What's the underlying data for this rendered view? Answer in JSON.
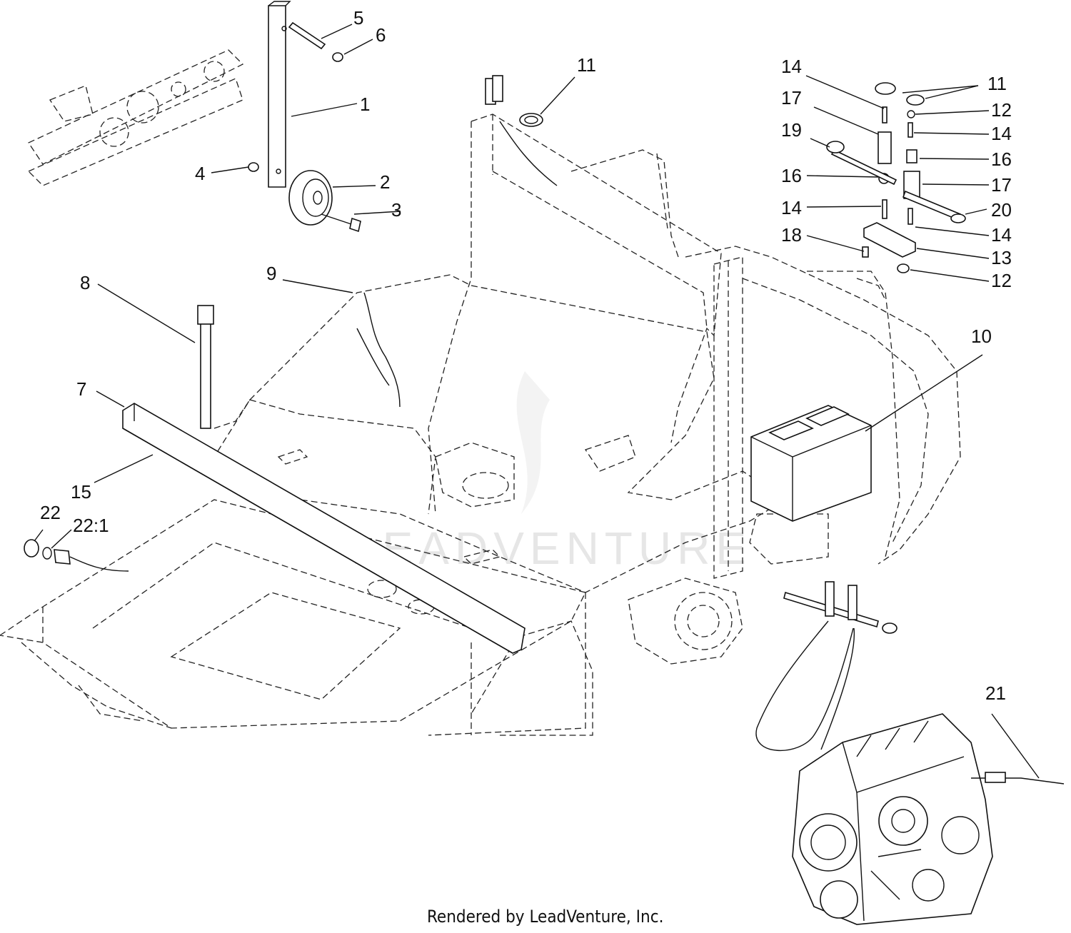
{
  "callouts": [
    "1",
    "2",
    "3",
    "4",
    "5",
    "6",
    "7",
    "8",
    "9",
    "10",
    "11",
    "11",
    "12",
    "12",
    "13",
    "14",
    "14",
    "14",
    "14",
    "15",
    "16",
    "16",
    "17",
    "17",
    "18",
    "19",
    "20",
    "21",
    "22",
    "22:1"
  ],
  "watermark": "LEADVENTURE",
  "footer": "Rendered by LeadVenture, Inc."
}
